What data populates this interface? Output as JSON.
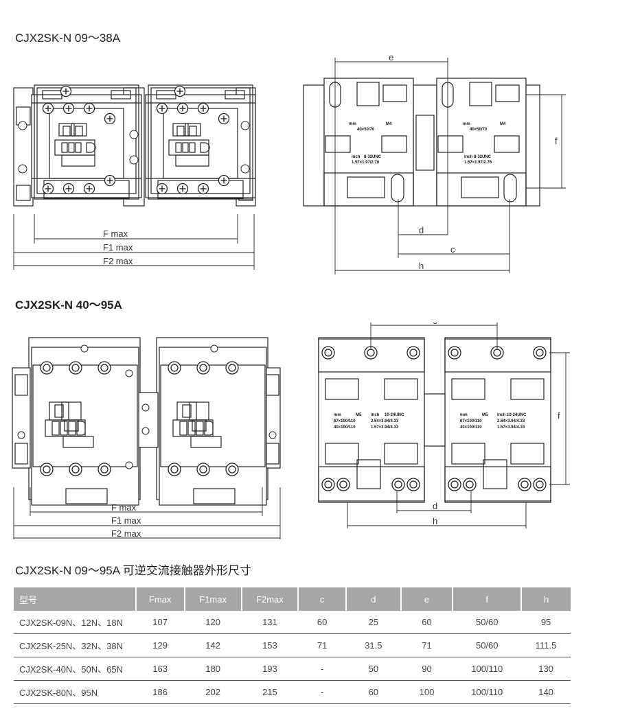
{
  "titles": {
    "section1": "CJX2SK-N 09～38A",
    "section2": "CJX2SK-N 40～95A",
    "table": "CJX2SK-N 09～95A 可逆交流接触器外形尺寸"
  },
  "drawing1": {
    "dims": {
      "fmax": "F max",
      "f1max": "F1 max",
      "f2max": "F2 max",
      "e": "e",
      "f": "f",
      "d": "d",
      "c": "c",
      "h": "h"
    },
    "notes": {
      "mm": "mm",
      "m4": "M4",
      "mm_size": "40×50/70",
      "inch": "inch",
      "unc": "8-32UNC",
      "inch_size": "1.57×1.97/2.76"
    }
  },
  "drawing2": {
    "dims": {
      "fmax": "F max",
      "f1max": "F1 max",
      "f2max": "F2 max",
      "e": "e",
      "f": "f",
      "d": "d",
      "h": "h"
    },
    "notes": {
      "mm": "mm",
      "m5": "M5",
      "inch": "inch",
      "unc": "10-24UNC",
      "mm_size1": "67×100/110",
      "mm_size2": "40×100/110",
      "inch_size1": "2.64×3.94/4.33",
      "inch_size2": "1.57×3.94/4.33"
    }
  },
  "table": {
    "headers": [
      "型号",
      "Fmax",
      "F1max",
      "F2max",
      "c",
      "d",
      "e",
      "f",
      "h"
    ],
    "rows": [
      [
        "CJX2SK-09N、12N、18N",
        "107",
        "120",
        "131",
        "60",
        "25",
        "60",
        "50/60",
        "95"
      ],
      [
        "CJX2SK-25N、32N、38N",
        "129",
        "142",
        "153",
        "71",
        "31.5",
        "71",
        "50/60",
        "111.5"
      ],
      [
        "CJX2SK-40N、50N、65N",
        "163",
        "180",
        "193",
        "-",
        "50",
        "90",
        "100/110",
        "130"
      ],
      [
        "CJX2SK-80N、95N",
        "186",
        "202",
        "215",
        "-",
        "60",
        "100",
        "100/110",
        "140"
      ]
    ]
  }
}
